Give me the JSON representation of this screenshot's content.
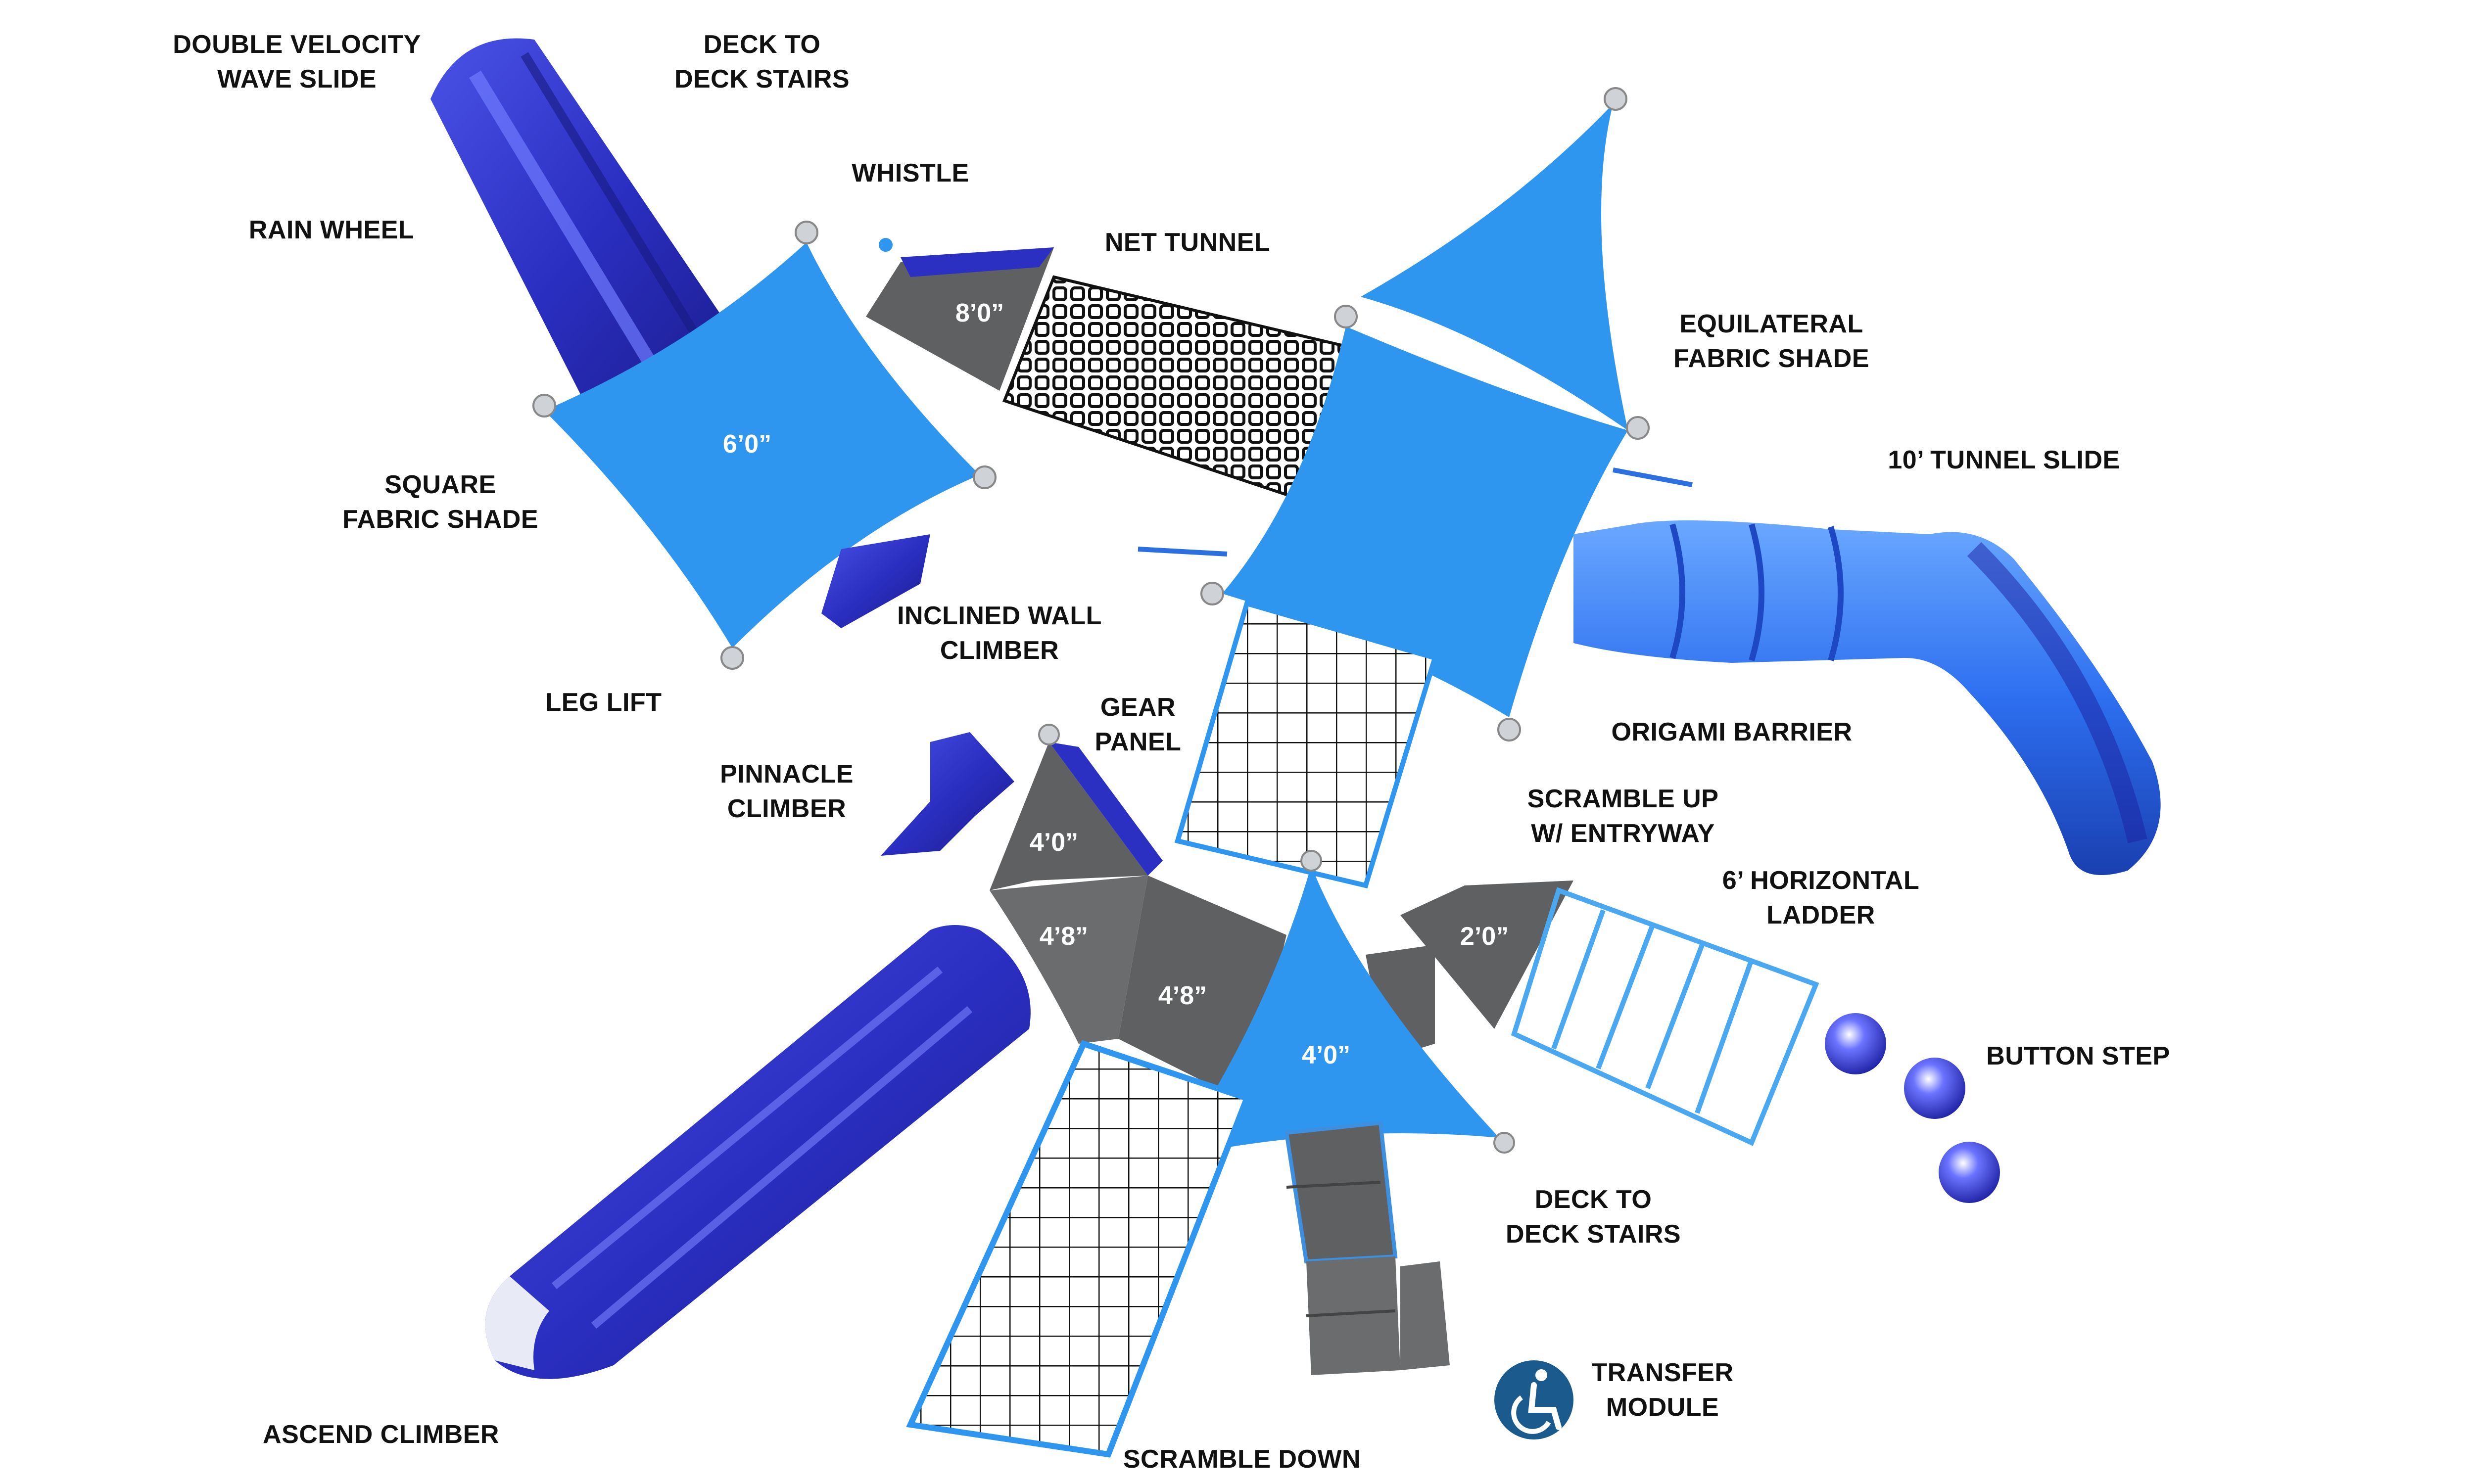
{
  "labels": {
    "double_velocity_wave_slide": "DOUBLE VELOCITY\nWAVE SLIDE",
    "deck_to_deck_stairs_top": "DECK TO\nDECK STAIRS",
    "whistle": "WHISTLE",
    "rain_wheel": "RAIN WHEEL",
    "net_tunnel": "NET TUNNEL",
    "equilateral_fabric_shade": "EQUILATERAL\nFABRIC SHADE",
    "tunnel_slide": "10’ TUNNEL SLIDE",
    "square_fabric_shade": "SQUARE\nFABRIC SHADE",
    "inclined_wall_climber": "INCLINED WALL\nCLIMBER",
    "leg_lift": "LEG LIFT",
    "gear_panel": "GEAR\nPANEL",
    "origami_barrier": "ORIGAMI BARRIER",
    "pinnacle_climber": "PINNACLE\nCLIMBER",
    "scramble_up": "SCRAMBLE UP\nW/ ENTRYWAY",
    "horizontal_ladder": "6’ HORIZONTAL\nLADDER",
    "button_step": "BUTTON STEP",
    "deck_to_deck_stairs_bottom": "DECK TO\nDECK STAIRS",
    "transfer_module": "TRANSFER\nMODULE",
    "ascend_climber": "ASCEND CLIMBER",
    "scramble_down": "SCRAMBLE DOWN"
  },
  "decks": {
    "whistle_deck": "8’0”",
    "square_shade": "6’0”",
    "gear_deck": "4’0”",
    "left_deck": "4’8”",
    "center_deck": "4’8”",
    "scramble_deck": "2’0”",
    "triangle_shade": "4’0”"
  },
  "colors": {
    "shade": "#2f96f0",
    "shade_dark": "#1d7fd8",
    "royal_blue": "#2b2fc2",
    "deck_gray": "#5e6062",
    "label": "#111111",
    "access_icon": "#1a5a8c"
  },
  "icons": {
    "accessibility": "wheelchair-accessibility-icon"
  }
}
